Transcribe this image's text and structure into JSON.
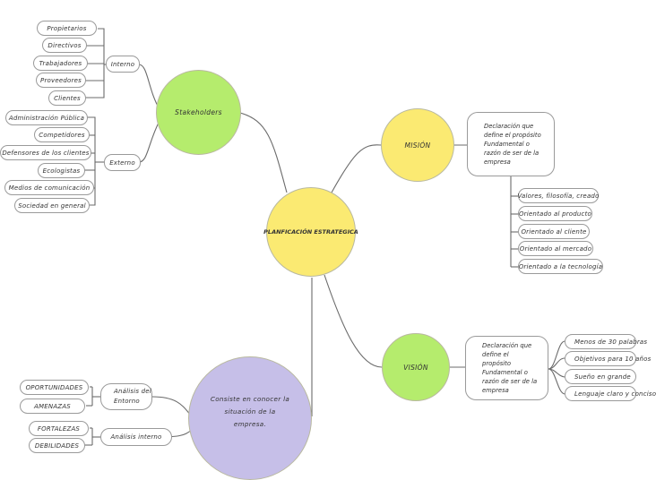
{
  "center": "PLANFICACIÓN ESTRATEGICA",
  "stakeholders": {
    "label": "Stakeholders",
    "interno": {
      "label": "Interno",
      "items": [
        "Propietarios",
        "Directivos",
        "Trabajadores",
        "Proveedores",
        "Clientes"
      ]
    },
    "externo": {
      "label": "Externo",
      "items": [
        "Administración Pública",
        "Competidores",
        "Defensores de los clientes",
        "Ecologistas",
        "Medios de comunicación",
        "Sociedad en general"
      ]
    }
  },
  "mision": {
    "label": "MISIÓN",
    "description": "Declaración que define el propósito Fundamental o razón de ser de la empresa",
    "items": [
      "Valores, filosofía, creado",
      "Orientado al producto",
      "Orientado al cliente",
      "Orientado al mercado",
      "Orientado a la tecnología"
    ]
  },
  "vision": {
    "label": "VISIÓN",
    "description": "Declaración que define el propósito Fundamental o razón de ser de la empresa",
    "items": [
      "Menos de 30 palabras",
      "Objetivos para 10 años",
      "Sueño en grande",
      "Lenguaje claro y conciso"
    ]
  },
  "analisis": {
    "label": "Consiste en conocer la situación de la empresa.",
    "externo": {
      "label": "Análisis del Entorno",
      "items": [
        "OPORTUNIDADES",
        "AMENAZAS"
      ]
    },
    "interno": {
      "label": "Análisis interno",
      "items": [
        "FORTALEZAS",
        "DEBILIDADES"
      ]
    }
  },
  "colors": {
    "center": "#fbea72",
    "stakeholders": "#b5ec6d",
    "mision": "#fbea72",
    "vision": "#b5ec6d",
    "analisis": "#c6bfe8",
    "line": "#6b6b6b",
    "border": "#9a9a9a"
  }
}
